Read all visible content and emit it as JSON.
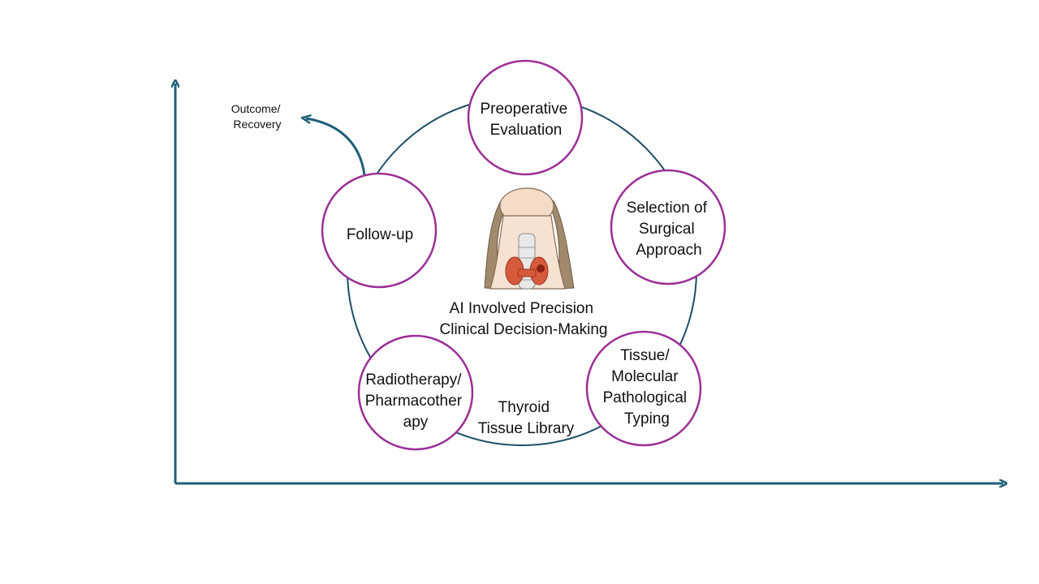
{
  "colors": {
    "axis": "#1f5f7a",
    "ring": "#1f4f66",
    "node_border": "#9b2f96",
    "node_fill": "#ffffff",
    "text": "#111111"
  },
  "outcome_label": [
    "Outcome/",
    "Recovery"
  ],
  "center_label": [
    "AI Involved Precision",
    "Clinical Decision-Making"
  ],
  "library_label": [
    "Thyroid",
    "Tissue Library"
  ],
  "nodes": [
    {
      "id": "preoperative",
      "lines": [
        "Preoperative",
        "Evaluation"
      ]
    },
    {
      "id": "surgical",
      "lines": [
        "Selection of",
        "Surgical",
        "Approach"
      ]
    },
    {
      "id": "pathology",
      "lines": [
        "Tissue/",
        "Molecular",
        "Pathological",
        "Typing"
      ]
    },
    {
      "id": "radiotherapy",
      "lines": [
        "Radiotherapy/",
        "Pharmacother",
        "apy"
      ]
    },
    {
      "id": "followup",
      "lines": [
        "Follow-up"
      ]
    }
  ]
}
